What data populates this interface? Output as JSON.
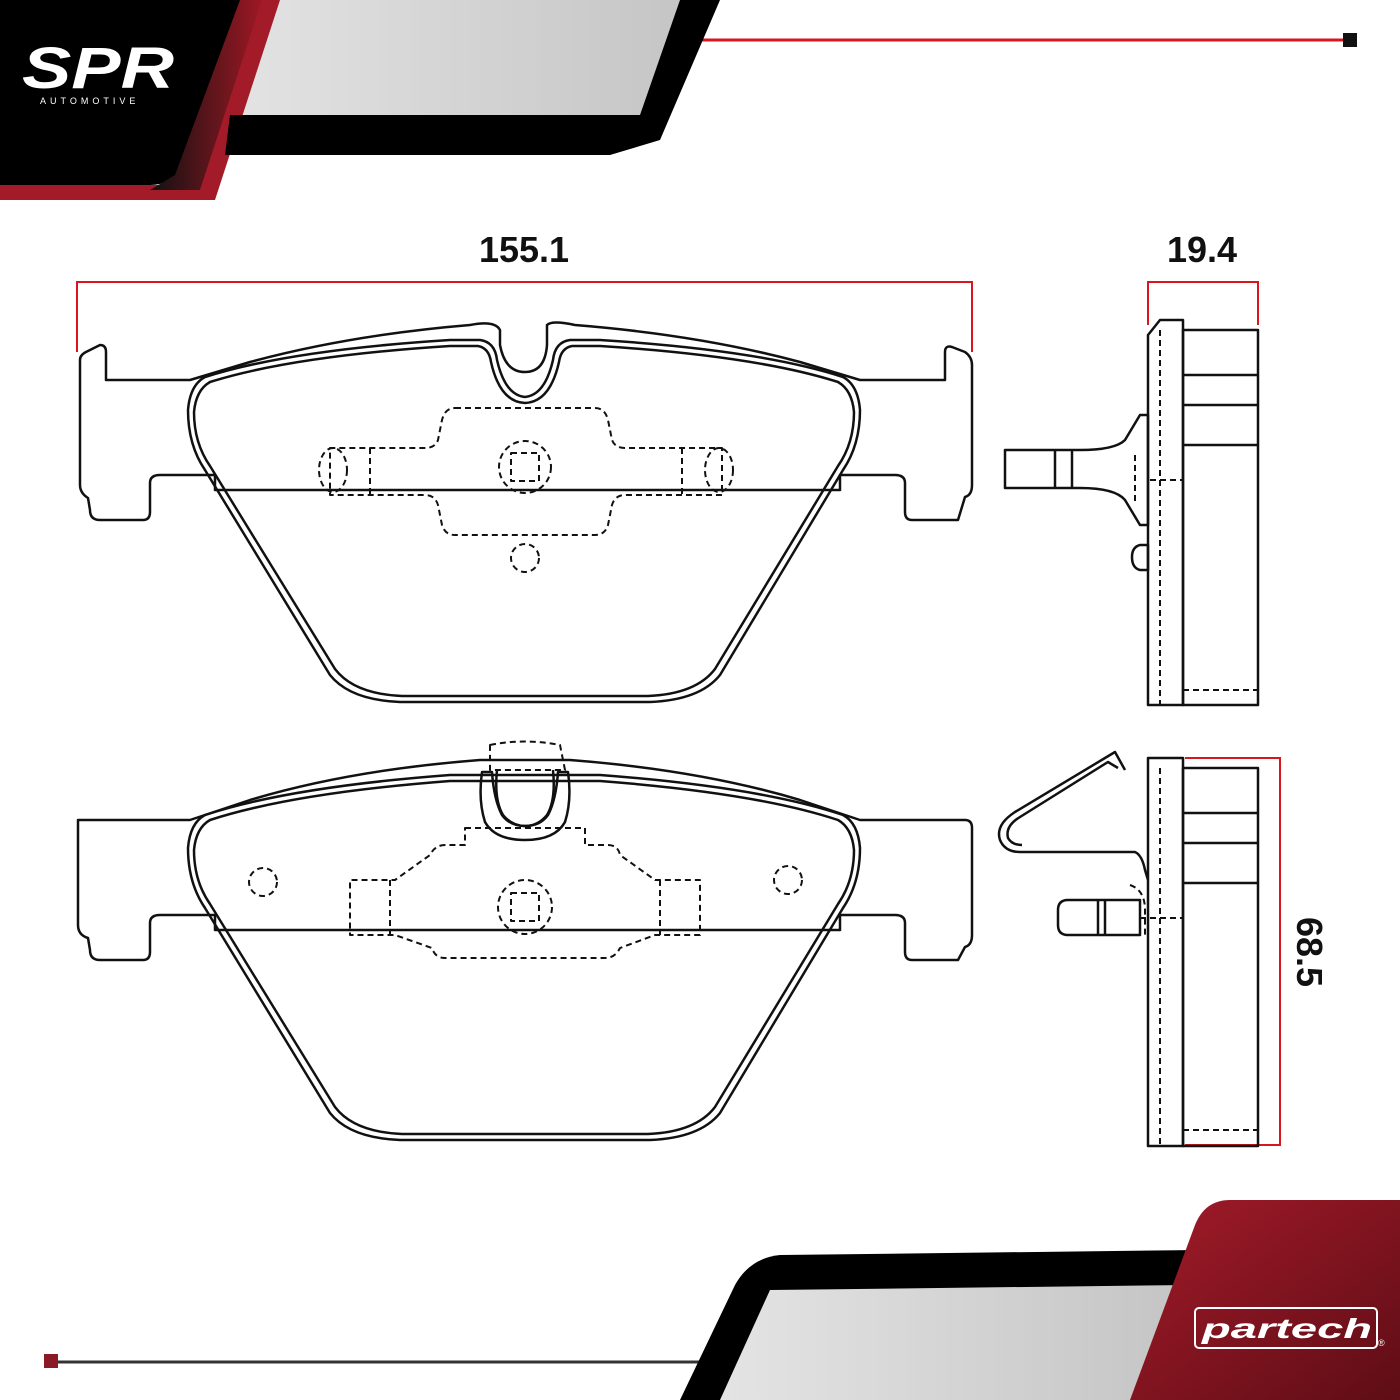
{
  "brand": {
    "logo_text": "SPR",
    "logo_subtext": "AUTOMOTIVE",
    "partner_logo_text": "partech",
    "partner_trademark": "®"
  },
  "dimensions": {
    "width": "155.1",
    "thickness": "19.4",
    "height": "68.5"
  },
  "colors": {
    "frame_red": "#d9161f",
    "accent_dark_red": "#8b1a27",
    "banner_black": "#000000",
    "banner_gray": "#d0d0d0",
    "drawing_line": "#111111"
  }
}
